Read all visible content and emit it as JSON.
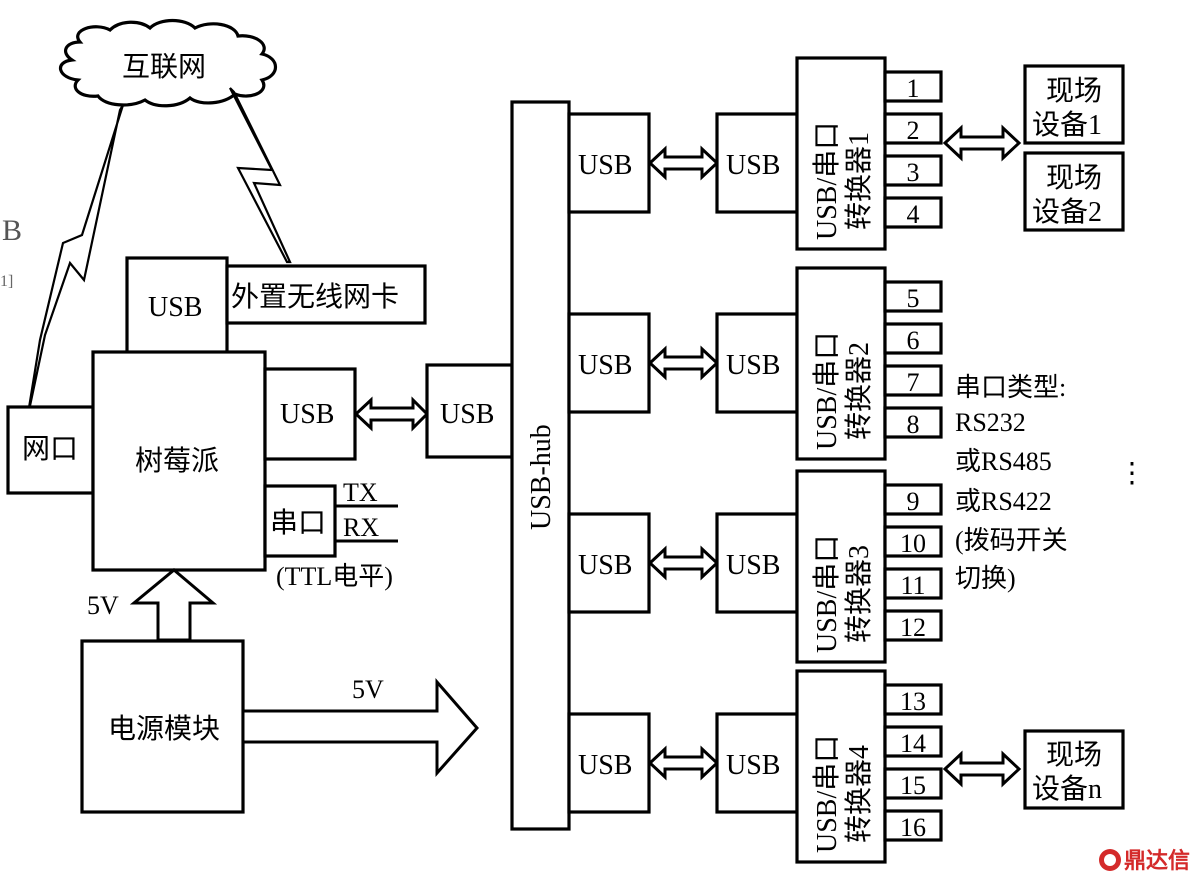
{
  "diagram": {
    "cloud_label": "互联网",
    "wireless_card_label": "外置无线网卡",
    "pi_usb_top_label": "USB",
    "net_port_label": "网口",
    "raspberry_pi_label": "树莓派",
    "pi_usb_right_label": "USB",
    "hub_usb_in_label": "USB",
    "serial_port_label": "串口",
    "tx_label": "TX",
    "rx_label": "RX",
    "ttl_label": "(TTL电平)",
    "pi_power_label": "5V",
    "power_module_label": "电源模块",
    "hub_power_label": "5V",
    "usb_hub_label": "USB-hub",
    "channels": [
      {
        "hub_usb": "USB",
        "conv_usb": "USB",
        "converter_line1": "USB/串口",
        "converter_line2": "转换器1",
        "ports": [
          "1",
          "2",
          "3",
          "4"
        ]
      },
      {
        "hub_usb": "USB",
        "conv_usb": "USB",
        "converter_line1": "USB/串口",
        "converter_line2": "转换器2",
        "ports": [
          "5",
          "6",
          "7",
          "8"
        ]
      },
      {
        "hub_usb": "USB",
        "conv_usb": "USB",
        "converter_line1": "USB/串口",
        "converter_line2": "转换器3",
        "ports": [
          "9",
          "10",
          "11",
          "12"
        ]
      },
      {
        "hub_usb": "USB",
        "conv_usb": "USB",
        "converter_line1": "USB/串口",
        "converter_line2": "转换器4",
        "ports": [
          "13",
          "14",
          "15",
          "16"
        ]
      }
    ],
    "field_devices": [
      {
        "line1": "现场",
        "line2": "设备1"
      },
      {
        "line1": "现场",
        "line2": "设备2"
      },
      {
        "line1": "现场",
        "line2": "设备n"
      }
    ],
    "serial_note": [
      "串口类型:",
      "RS232",
      "或RS485",
      "或RS422",
      "(拨码开关",
      "切换)"
    ],
    "ellipsis": "⋮",
    "left_margin_fragments": [
      "B",
      "1]"
    ],
    "watermark": {
      "icon": "dingdaxin-logo-icon",
      "text": "鼎达信",
      "color": "#d42a2a"
    }
  }
}
